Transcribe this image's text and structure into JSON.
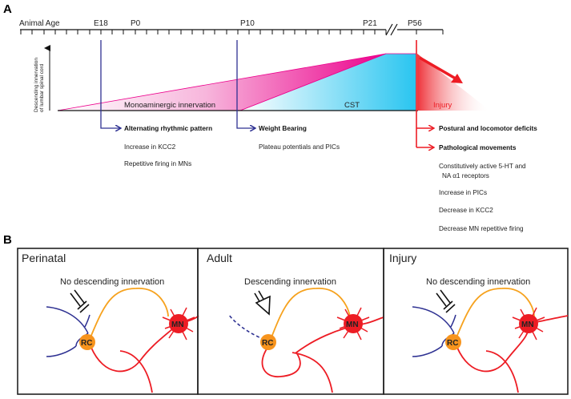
{
  "panel_a": {
    "letter": "A",
    "timeline": {
      "start_label": "Animal Age",
      "ages": [
        "E18",
        "P0",
        "P10",
        "P21",
        "P56"
      ]
    },
    "y_axis_label_line1": "Descending innervation",
    "y_axis_label_line2": "of lumbar spinal cord",
    "regions": {
      "monoaminergic": "Monoaminergic innervation",
      "cst": "CST",
      "injury": "Injury"
    },
    "colors": {
      "timeline_blue": "#2e3192",
      "injury_red": "#ed1c24",
      "monoaminergic_pink": "#ec008c",
      "cst_cyan": "#29c5f0"
    },
    "e18_events": [
      "Alternating rhythmic pattern",
      "Increase in KCC2",
      "Repetitive firing in MNs"
    ],
    "p10_events": [
      "Weight Bearing",
      "Plateau potentials and PICs"
    ],
    "injury_events": {
      "postural": "Postural and locomotor deficits",
      "pathological": "Pathological movements",
      "receptors_line1": "Constitutively active 5-HT and",
      "receptors_line2": "NA α1 receptors",
      "pics": "Increase in PICs",
      "kcc2": "Decrease in KCC2",
      "firing": "Decrease MN repetitive firing"
    }
  },
  "panel_b": {
    "letter": "B",
    "panels": [
      {
        "title": "Perinatal",
        "description": "No descending innervation",
        "rc_label": "RC",
        "mn_label": "MN"
      },
      {
        "title": "Adult",
        "description": "Descending innervation",
        "rc_label": "RC",
        "mn_label": "MN"
      },
      {
        "title": "Injury",
        "description": "No descending innervation",
        "rc_label": "RC",
        "mn_label": "MN"
      }
    ],
    "colors": {
      "rc_cell": "#f7941d",
      "mn_cell": "#ed1c24",
      "axon_orange": "#f6a21e",
      "descending_blue": "#2e3192"
    }
  }
}
